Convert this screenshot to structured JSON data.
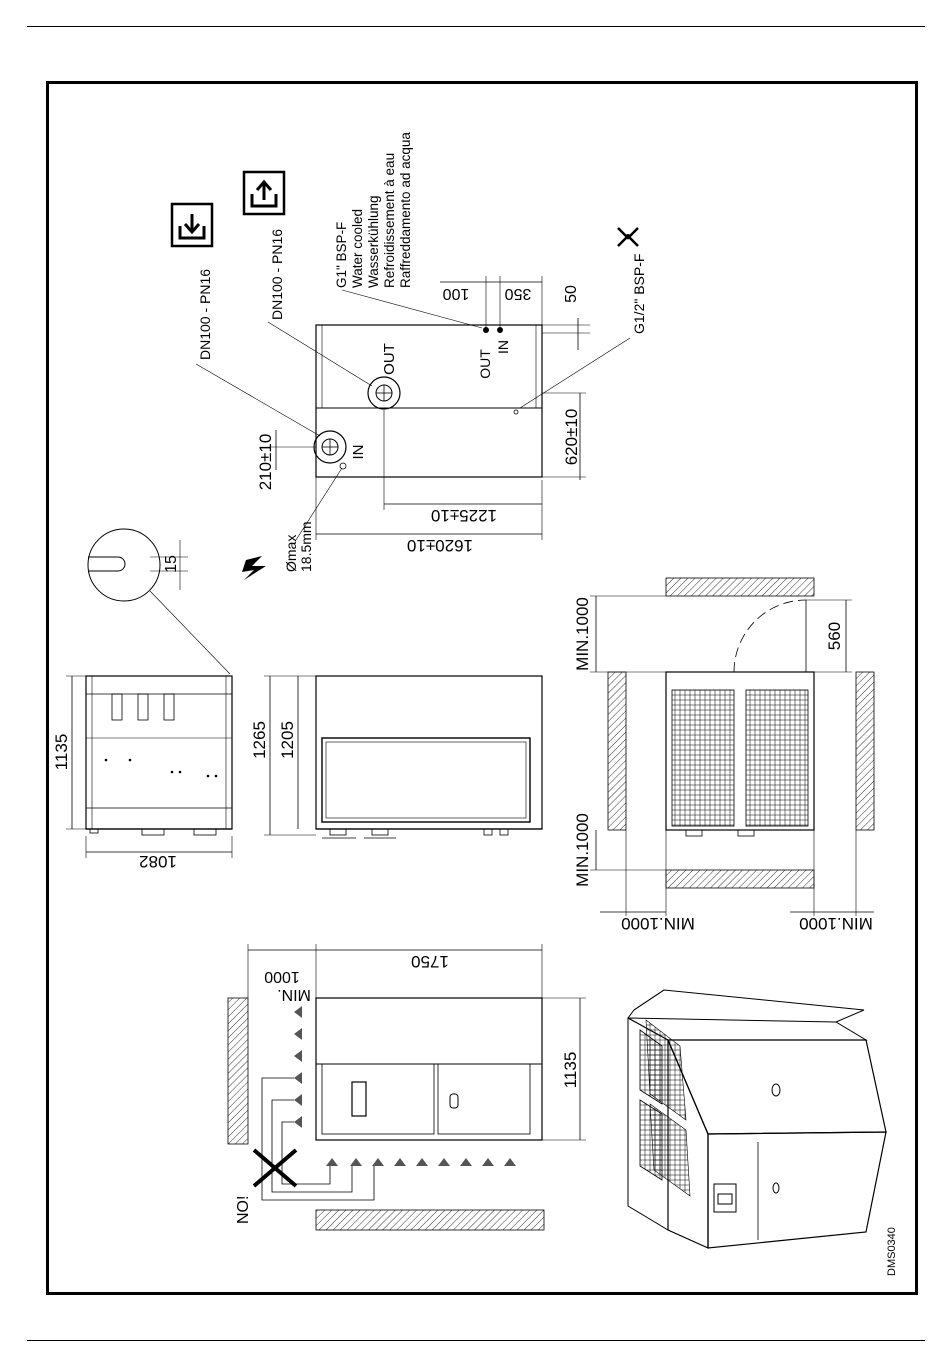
{
  "doc_code": "DMS0340",
  "side_view": {
    "dim_height": "1135",
    "dim_width": "1082"
  },
  "front_view": {
    "dim_outer": "1265",
    "dim_inner": "1205"
  },
  "slot_detail": {
    "dim": "15"
  },
  "top_view": {
    "dim_1620": "1620±10",
    "dim_1225": "1225±10",
    "dim_210": "210±10",
    "dim_620": "620±10",
    "dim_100": "100",
    "dim_350": "350",
    "dim_50": "50",
    "label_in_big": "IN",
    "label_out_big": "OUT",
    "label_out_small": "OUT",
    "label_in_small": "IN",
    "cable_max": "Ømax",
    "cable_size": "18.5mm",
    "dn_in": "DN100 - PN16",
    "dn_out": "DN100 - PN16",
    "water_lines": [
      "G1\" BSP-F",
      "Water cooled",
      "Wasserkühlung",
      "Refroidissement à eau",
      "Raffreddamento ad acqua"
    ],
    "drain": "G1/2\" BSP-F"
  },
  "clearance_view": {
    "min_left": "MIN.1000",
    "min_right": "MIN.1000",
    "min_bottom_left": "MIN.1000",
    "min_bottom_right": "MIN.1000",
    "door": "560"
  },
  "airflow_view": {
    "dim_1750": "1750",
    "dim_min_line1": "MIN.",
    "dim_min_line2": "1000",
    "dim_1135": "1135",
    "no_label": "NO!"
  }
}
